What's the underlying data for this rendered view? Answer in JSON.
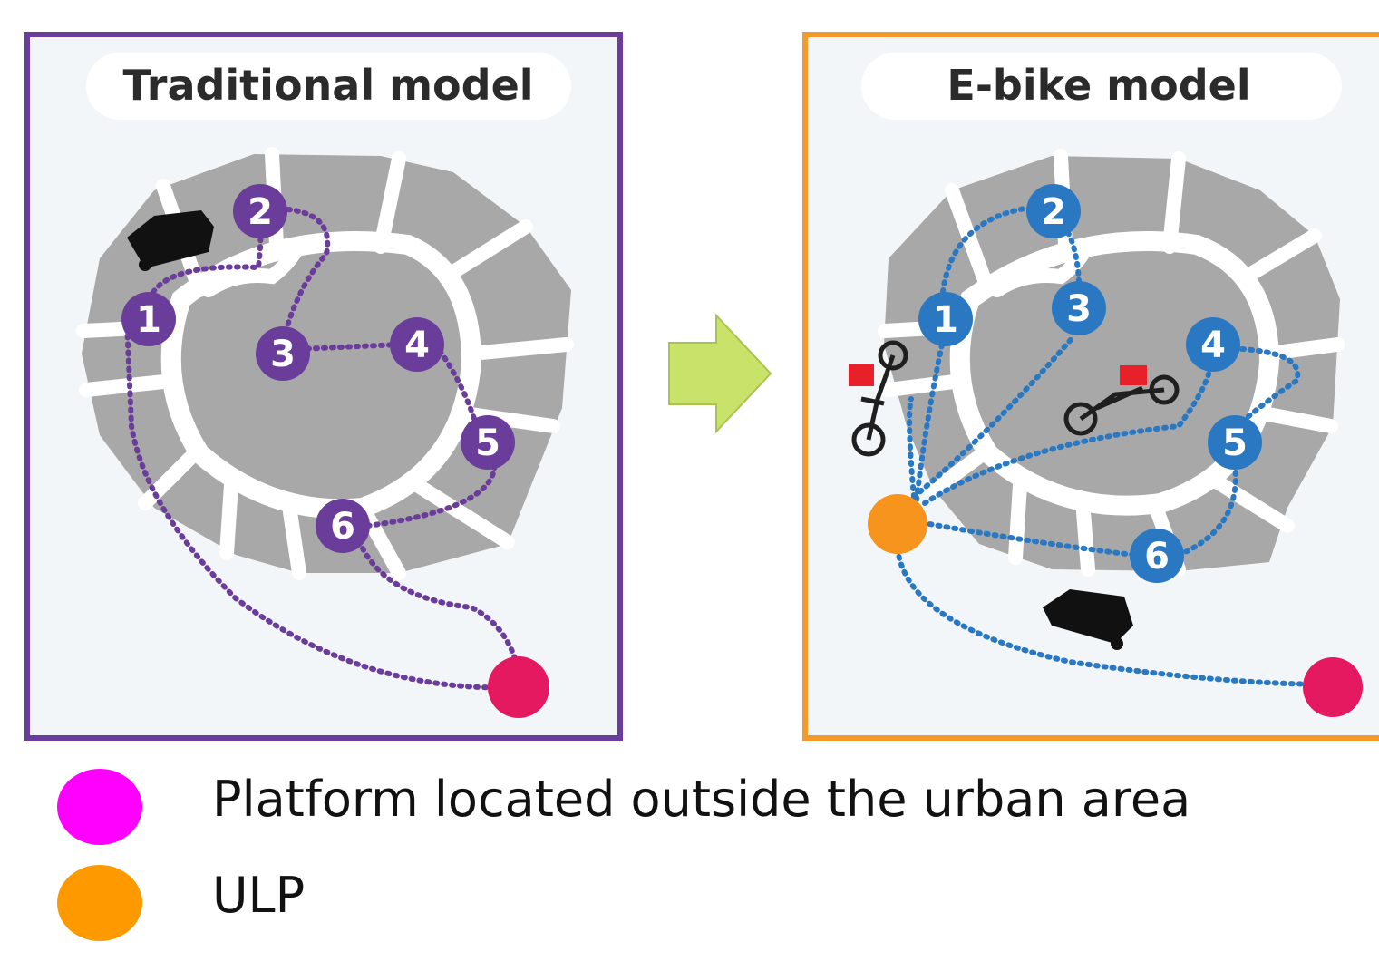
{
  "panels": {
    "traditional": {
      "title": "Traditional model",
      "frame_color": "#6a3d9a",
      "route_color": "#6a3d9a",
      "stops": [
        "1",
        "2",
        "3",
        "4",
        "5",
        "6"
      ],
      "vehicles": [
        "van"
      ]
    },
    "ebike": {
      "title": "E-bike model",
      "frame_color": "#f39a2b",
      "route_color": "#2a78c2",
      "stops": [
        "1",
        "2",
        "3",
        "4",
        "5",
        "6"
      ],
      "vehicles": [
        "cargo-bike",
        "cargo-bike",
        "van"
      ]
    }
  },
  "arrow_color": "#c9e36a",
  "legend": [
    {
      "label": "Platform located outside the urban area",
      "color": "#ff00ff"
    },
    {
      "label": "ULP",
      "color": "#ff9900"
    }
  ],
  "colors": {
    "platform": "#e5195f",
    "ulp": "#f7941d",
    "block": "#a8a8a8",
    "panel_bg": "#f3f6f8"
  }
}
